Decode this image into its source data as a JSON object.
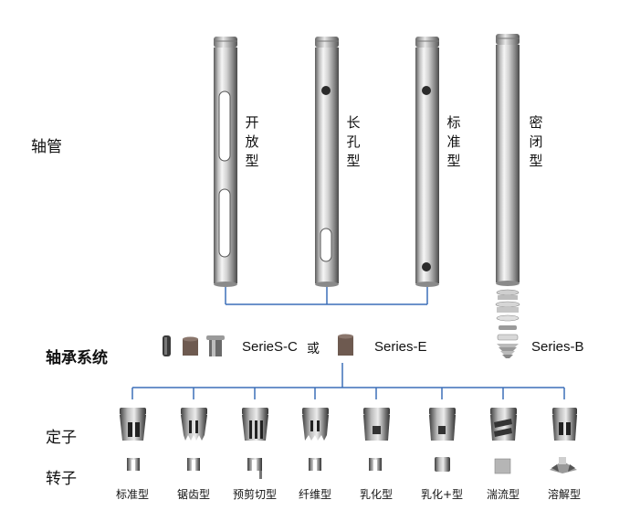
{
  "rows": {
    "shaft_tube": "轴管",
    "bearing_system": "轴承系统",
    "stator": "定子",
    "rotor": "转子"
  },
  "shaft_types": [
    {
      "c1": "开",
      "c2": "放",
      "c3": "型"
    },
    {
      "c1": "长",
      "c2": "孔",
      "c3": "型"
    },
    {
      "c1": "标",
      "c2": "准",
      "c3": "型"
    },
    {
      "c1": "密",
      "c2": "闭",
      "c3": "型"
    }
  ],
  "bearings": {
    "series_c": "SerieS-C",
    "or": "或",
    "series_e": "Series-E",
    "series_b": "Series-B"
  },
  "head_types": [
    "标准型",
    "锯齿型",
    "预剪切型",
    "纤维型",
    "乳化型",
    "乳化+型",
    "湍流型",
    "溶解型"
  ],
  "colors": {
    "connector": "#3c6fb8",
    "steel_dark": "#6c6c6c",
    "steel_light": "#f4f4f4",
    "bushing_brown": "#6e5a50"
  }
}
